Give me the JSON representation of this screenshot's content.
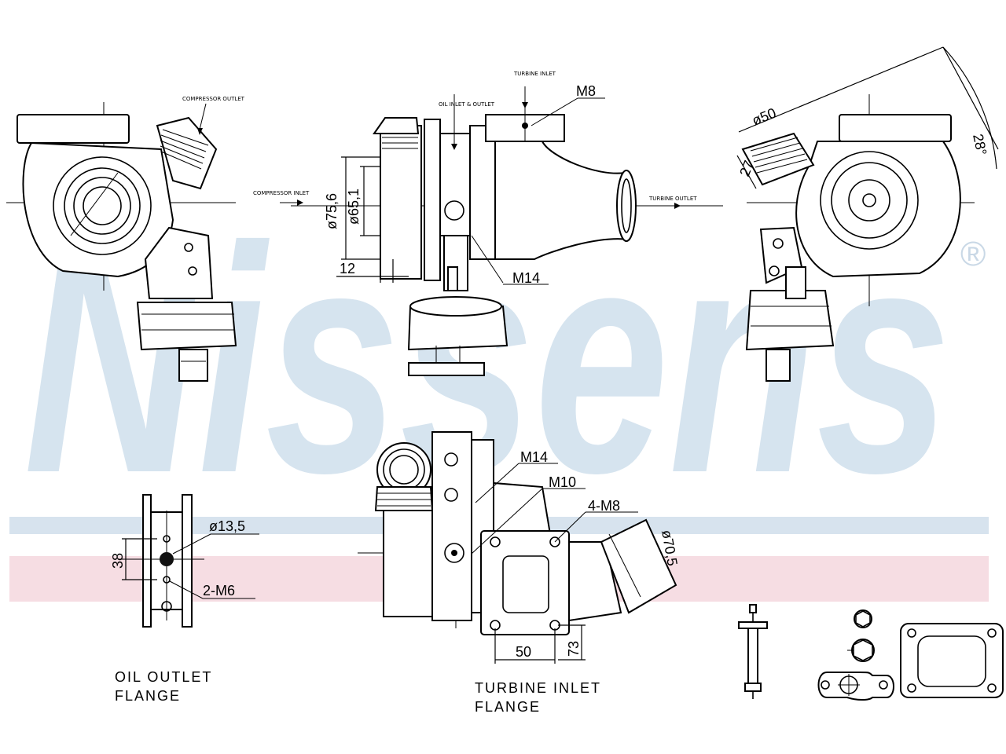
{
  "brand": {
    "watermark": "Nissens",
    "registered": "®",
    "watermark_color": "#d6e4ef",
    "blue_band_color": "#d7e3ee",
    "red_band_color": "#f6dde3"
  },
  "callouts": {
    "compressor_outlet": "COMPRESSOR OUTLET",
    "compressor_inlet": "COMPRESSOR INLET",
    "turbine_inlet": "TURBINE INLET",
    "turbine_outlet": "TURBINE OUTLET",
    "oil_inlet": "OIL INLET & OUTLET"
  },
  "dimensions": {
    "m8": "M8",
    "d75_6": "ø75,6",
    "d65_1": "ø65,1",
    "d12": "12",
    "m14_top": "M14",
    "d50": "ø50",
    "d27": "27",
    "angle": "28°",
    "m14_bottom": "M14",
    "m10": "M10",
    "m8x4": "4-M8",
    "d70_5": "ø70,5",
    "d13_5": "ø13,5",
    "d38": "38",
    "m6x2": "2-M6",
    "d50_flange": "50",
    "d73": "73"
  },
  "captions": {
    "oil_outlet_line1": "OIL OUTLET",
    "oil_outlet_line2": "FLANGE",
    "turbine_inlet_line1": "TURBINE INLET",
    "turbine_inlet_line2": "FLANGE"
  }
}
